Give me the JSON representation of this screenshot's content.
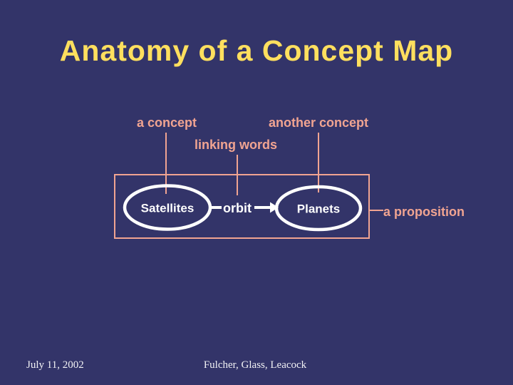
{
  "slide": {
    "title": "Anatomy of a Concept Map",
    "diagram": {
      "annotation_labels": {
        "a_concept": "a concept",
        "another_concept": "another concept",
        "linking_words": "linking words",
        "a_proposition": "a proposition"
      },
      "nodes": {
        "left": "Satellites",
        "right": "Planets"
      },
      "linking_phrase": "orbit"
    },
    "footer": {
      "date": "July 11, 2002",
      "authors": "Fulcher, Glass, Leacock"
    },
    "colors": {
      "background": "#333469",
      "title_text": "#ffdf5e",
      "annotation": "#f1a491",
      "diagram_stroke_white": "#ffffff",
      "footer_text": "#f2f2f5"
    }
  }
}
